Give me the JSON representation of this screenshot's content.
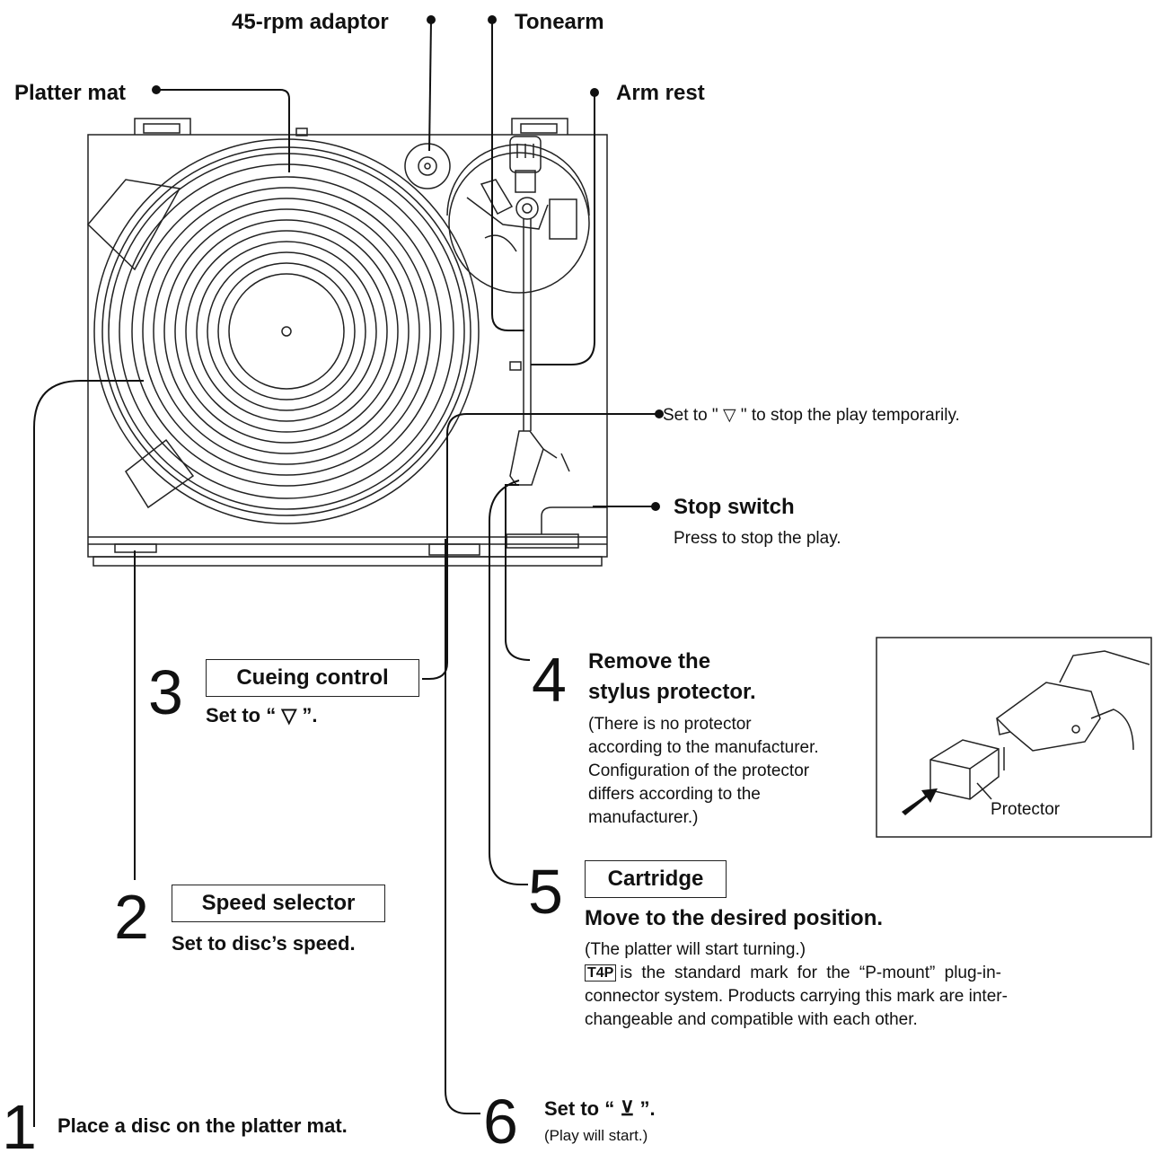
{
  "labels": {
    "adaptor": "45-rpm adaptor",
    "tonearm": "Tonearm",
    "platter_mat": "Platter mat",
    "arm_rest": "Arm rest",
    "cue_note": "Set to \" ▽ \" to stop the play temporarily.",
    "stop_switch": "Stop switch",
    "stop_note": "Press to stop the play."
  },
  "steps": {
    "s1": {
      "num": "1",
      "text": "Place a disc on the platter mat."
    },
    "s2": {
      "num": "2",
      "box": "Speed selector",
      "text": "Set to disc’s speed."
    },
    "s3": {
      "num": "3",
      "box": "Cueing control",
      "text": "Set to “ ▽ ”."
    },
    "s4": {
      "num": "4",
      "title1": "Remove the",
      "title2": "stylus protector.",
      "note1": "(There is no protector",
      "note2": "according to the manufacturer.",
      "note3": "Configuration of the protector",
      "note4": "differs according to the",
      "note5": "manufacturer.)"
    },
    "s5": {
      "num": "5",
      "box": "Cartridge",
      "title": "Move to the desired position.",
      "note1": "(The platter will start turning.)",
      "mark": "T4P",
      "note2": "is the standard mark for the “P-mount” plug-in-",
      "note3": "connector system. Products carrying this mark are inter-",
      "note4": "changeable and compatible with each other."
    },
    "s6": {
      "num": "6",
      "title": "Set to “ ⊻ ”.",
      "note": "(Play will start.)"
    }
  },
  "inset": {
    "caption": "Protector"
  }
}
